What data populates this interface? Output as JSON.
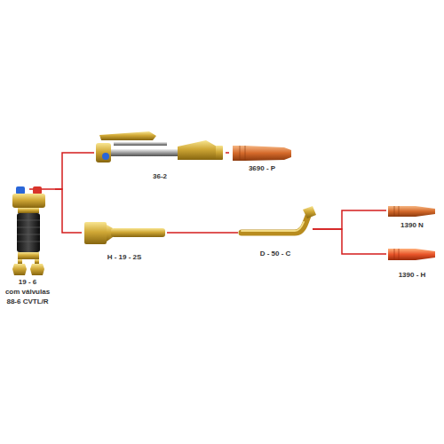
{
  "diagram": {
    "nodes": [
      {
        "text": [
          "19 - 6",
          "com válvulas 88-6 CVTL/R"
        ]
      },
      {
        "text": [
          "36-2"
        ]
      },
      {
        "text": [
          "3690 - P"
        ]
      },
      {
        "text": [
          "H - 19 - 2S"
        ]
      },
      {
        "text": [
          "D - 50 - C"
        ]
      },
      {
        "text": [
          "1390 N"
        ]
      },
      {
        "text": [
          "1390 - H"
        ]
      }
    ],
    "edges": [
      {
        "from": 0,
        "to": 1,
        "arrow": "none"
      },
      {
        "from": 0,
        "to": 3,
        "arrow": "none"
      },
      {
        "from": 1,
        "to": 2,
        "arrow": "none"
      },
      {
        "from": 3,
        "to": 4,
        "arrow": "none"
      },
      {
        "from": 4,
        "to": 5,
        "arrow": "none"
      },
      {
        "from": 4,
        "to": 6,
        "arrow": "none"
      }
    ]
  }
}
